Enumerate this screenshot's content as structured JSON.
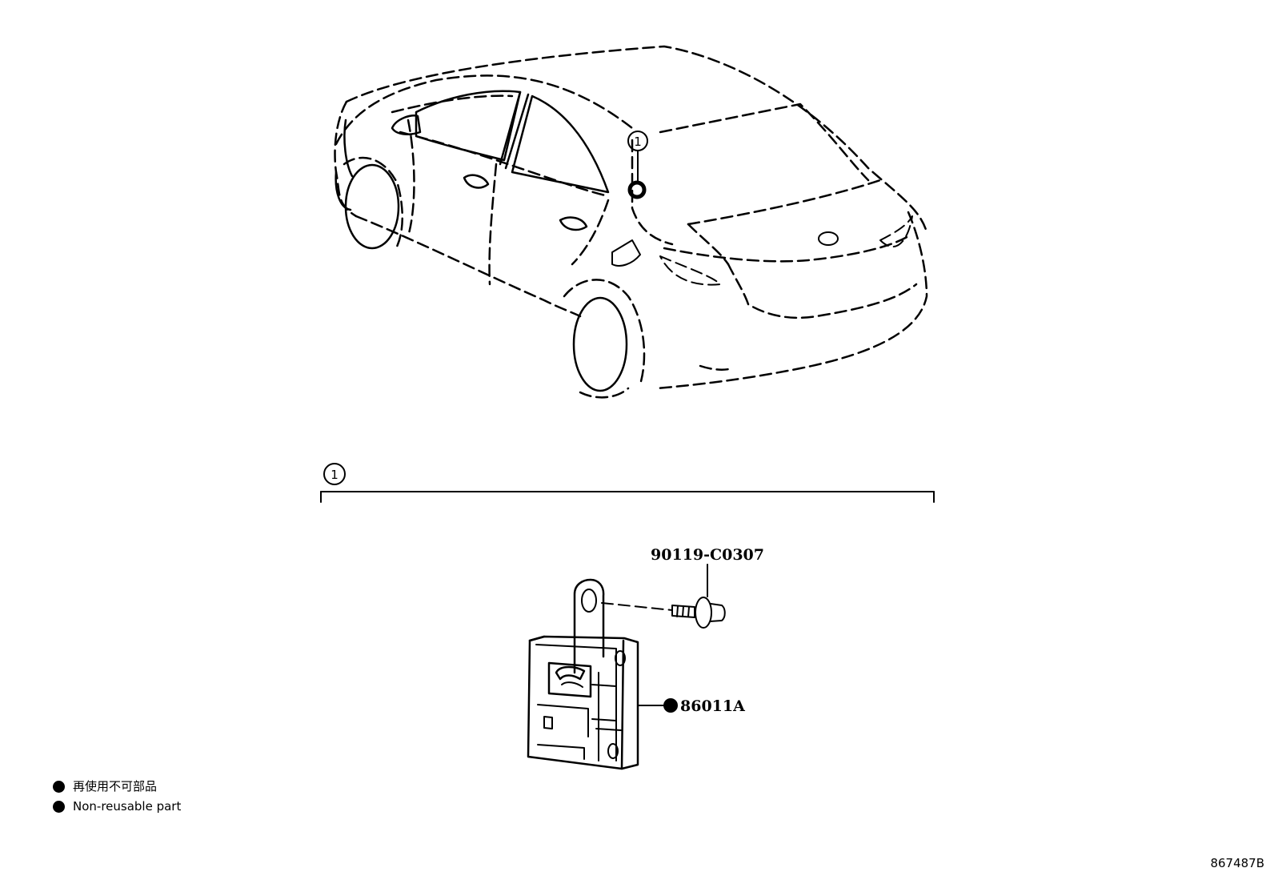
{
  "callouts": {
    "vehicle_callout": "1",
    "section_callout": "1"
  },
  "parts": {
    "bolt_number": "90119-C0307",
    "module_number": "86011A"
  },
  "legend": {
    "japanese_label": "再使用不可部品",
    "english_label": "Non-reusable part"
  },
  "diagram_id": "867487B",
  "colors": {
    "line": "#000000",
    "background": "#ffffff"
  }
}
